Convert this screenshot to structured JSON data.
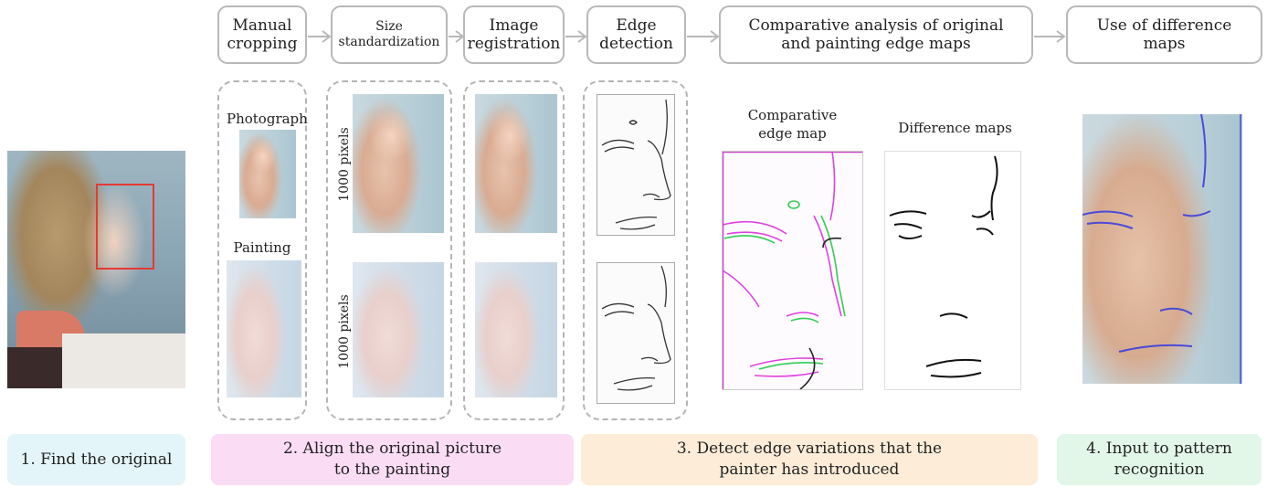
{
  "steps": {
    "manual_cropping": "Manual\ncropping",
    "size_standardization": "Size\nstandardization",
    "image_registration": "Image\nregistration",
    "edge_detection": "Edge\ndetection",
    "comparative_analysis": "Comparative analysis of original\nand painting edge maps",
    "use_of_difference_maps": "Use of difference\nmaps"
  },
  "labels": {
    "photograph": "Photograph",
    "painting": "Painting",
    "pixels_top": "1000 pixels",
    "pixels_bottom": "1000 pixels",
    "comparative_edge_map": "Comparative\nedge map",
    "difference_maps": "Difference maps"
  },
  "stages": {
    "find_original": "1. Find the original",
    "align": "2. Align the original picture\nto the painting",
    "detect": "3. Detect edge variations that the\npainter has introduced",
    "input": "4. Input to pattern\nrecognition"
  },
  "colors": {
    "stage1": "#e3f5f8",
    "stage2": "#fbdcf5",
    "stage3": "#fdecd7",
    "stage4": "#e2f7e8",
    "crop_box": "#e53935",
    "magenta_edges": "#e040e0",
    "green_edges": "#33cc55",
    "blue_edges": "#4a4ad8"
  }
}
